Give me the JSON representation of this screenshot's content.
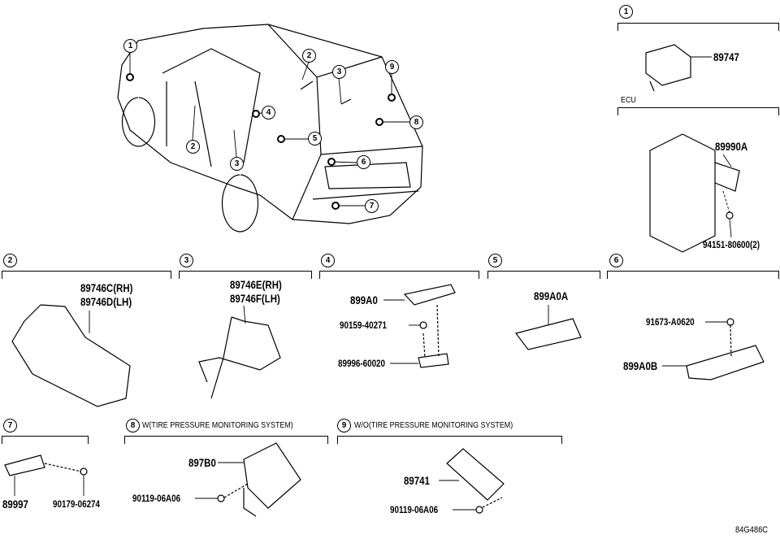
{
  "overview_callouts": [
    "1",
    "2",
    "2",
    "3",
    "3",
    "4",
    "5",
    "6",
    "7",
    "8",
    "9"
  ],
  "sections": {
    "s1": {
      "number": "1",
      "parts": [
        "89747"
      ]
    },
    "ecu": {
      "title": "ECU",
      "parts": [
        "89990A",
        "94151-80600(2)"
      ]
    },
    "s2": {
      "number": "2",
      "parts": [
        "89746C(RH)",
        "89746D(LH)"
      ]
    },
    "s3": {
      "number": "3",
      "parts": [
        "89746E(RH)",
        "89746F(LH)"
      ]
    },
    "s4": {
      "number": "4",
      "parts": [
        "899A0",
        "90159-40271",
        "89996-60020"
      ]
    },
    "s5": {
      "number": "5",
      "parts": [
        "899A0A"
      ]
    },
    "s6": {
      "number": "6",
      "parts": [
        "91673-A0620",
        "899A0B"
      ]
    },
    "s7": {
      "number": "7",
      "parts": [
        "89997",
        "90179-06274"
      ]
    },
    "s8": {
      "number": "8",
      "title": "W(TIRE PRESSURE MONITORING SYSTEM)",
      "parts": [
        "897B0",
        "90119-06A06"
      ]
    },
    "s9": {
      "number": "9",
      "title": "W/O(TIRE PRESSURE MONITORING SYSTEM)",
      "parts": [
        "89741",
        "90119-06A06"
      ]
    }
  },
  "diagram_code": "84G486C"
}
